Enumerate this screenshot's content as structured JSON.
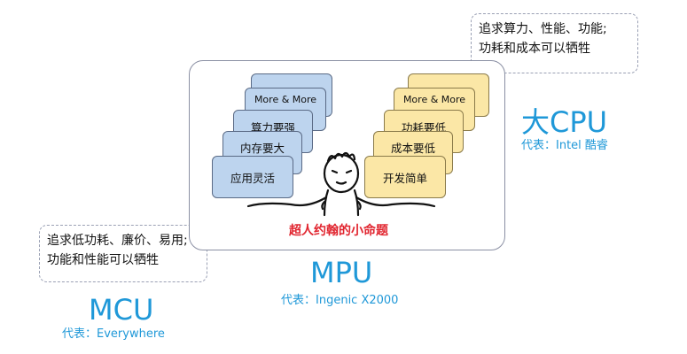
{
  "cpu": {
    "note": [
      "追求算力、性能、功能;",
      "功耗和成本可以牺牲"
    ],
    "title": "大CPU",
    "subtitle": "代表：Intel 酷睿"
  },
  "mcu": {
    "note": [
      "追求低功耗、廉价、易用;",
      "功能和性能可以牺牲"
    ],
    "title": "MCU",
    "subtitle": "代表：Everywhere"
  },
  "mpu": {
    "title": "MPU",
    "subtitle": "代表：Ingenic X2000",
    "caption": "超人约翰的小命题",
    "left_cards": [
      "应用灵活",
      "内存要大",
      "算力要强",
      "More & More"
    ],
    "right_cards": [
      "开发简单",
      "成本要低",
      "功耗要低",
      "More & More"
    ]
  }
}
